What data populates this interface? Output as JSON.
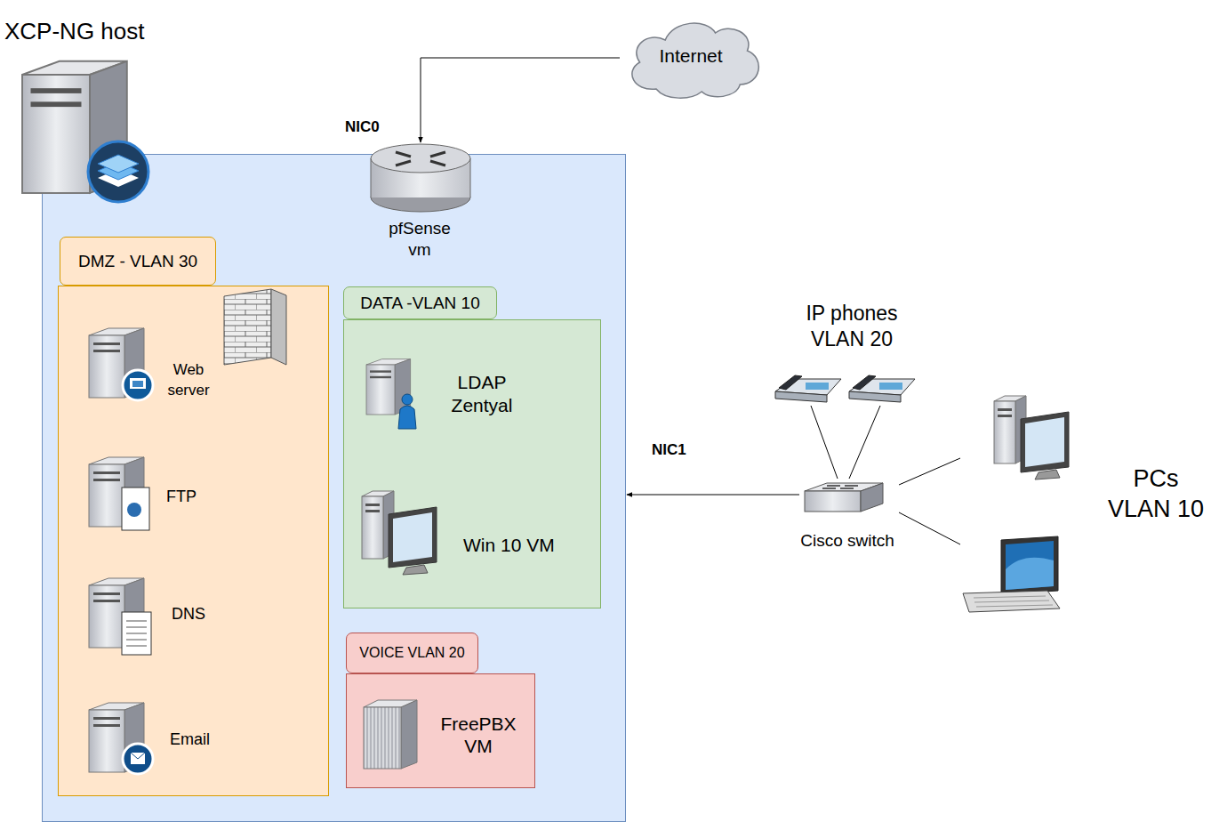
{
  "diagram": {
    "nodes": [
      {
        "text": [
          "XCP-NG host"
        ]
      },
      {
        "text": [
          "pfSense vm"
        ],
        "in": 0
      },
      {
        "text": [
          "DMZ - VLAN 30"
        ],
        "in": 0
      },
      {
        "text": [
          "Web server"
        ],
        "in": 2
      },
      {
        "text": [
          "FTP"
        ],
        "in": 2
      },
      {
        "text": [
          "DNS"
        ],
        "in": 2
      },
      {
        "text": [
          "Email"
        ],
        "in": 2
      },
      {
        "text": [
          "DATA -VLAN 10"
        ],
        "in": 0
      },
      {
        "text": [
          "LDAP Zentyal"
        ],
        "in": 7
      },
      {
        "text": [
          "Win 10 VM"
        ],
        "in": 7
      },
      {
        "text": [
          "VOICE VLAN 20"
        ],
        "in": 0
      },
      {
        "text": [
          "FreePBX VM"
        ],
        "in": 10
      },
      {
        "text": [
          "Internet"
        ]
      },
      {
        "text": [
          "IP phones VLAN 20"
        ]
      },
      {
        "text": [
          "Cisco switch"
        ]
      },
      {
        "text": [
          "PCs VLAN 10"
        ]
      }
    ],
    "edges": [
      {
        "from": 12,
        "to": 1,
        "arrow": "to",
        "label": "NIC0"
      },
      {
        "from": 14,
        "to": 0,
        "arrow": "to",
        "label": "NIC1"
      },
      {
        "from": 14,
        "to": 13,
        "arrow": "none"
      },
      {
        "from": 14,
        "to": 13,
        "arrow": "none"
      },
      {
        "from": 14,
        "to": 15,
        "arrow": "none"
      },
      {
        "from": 14,
        "to": 15,
        "arrow": "none"
      }
    ]
  }
}
